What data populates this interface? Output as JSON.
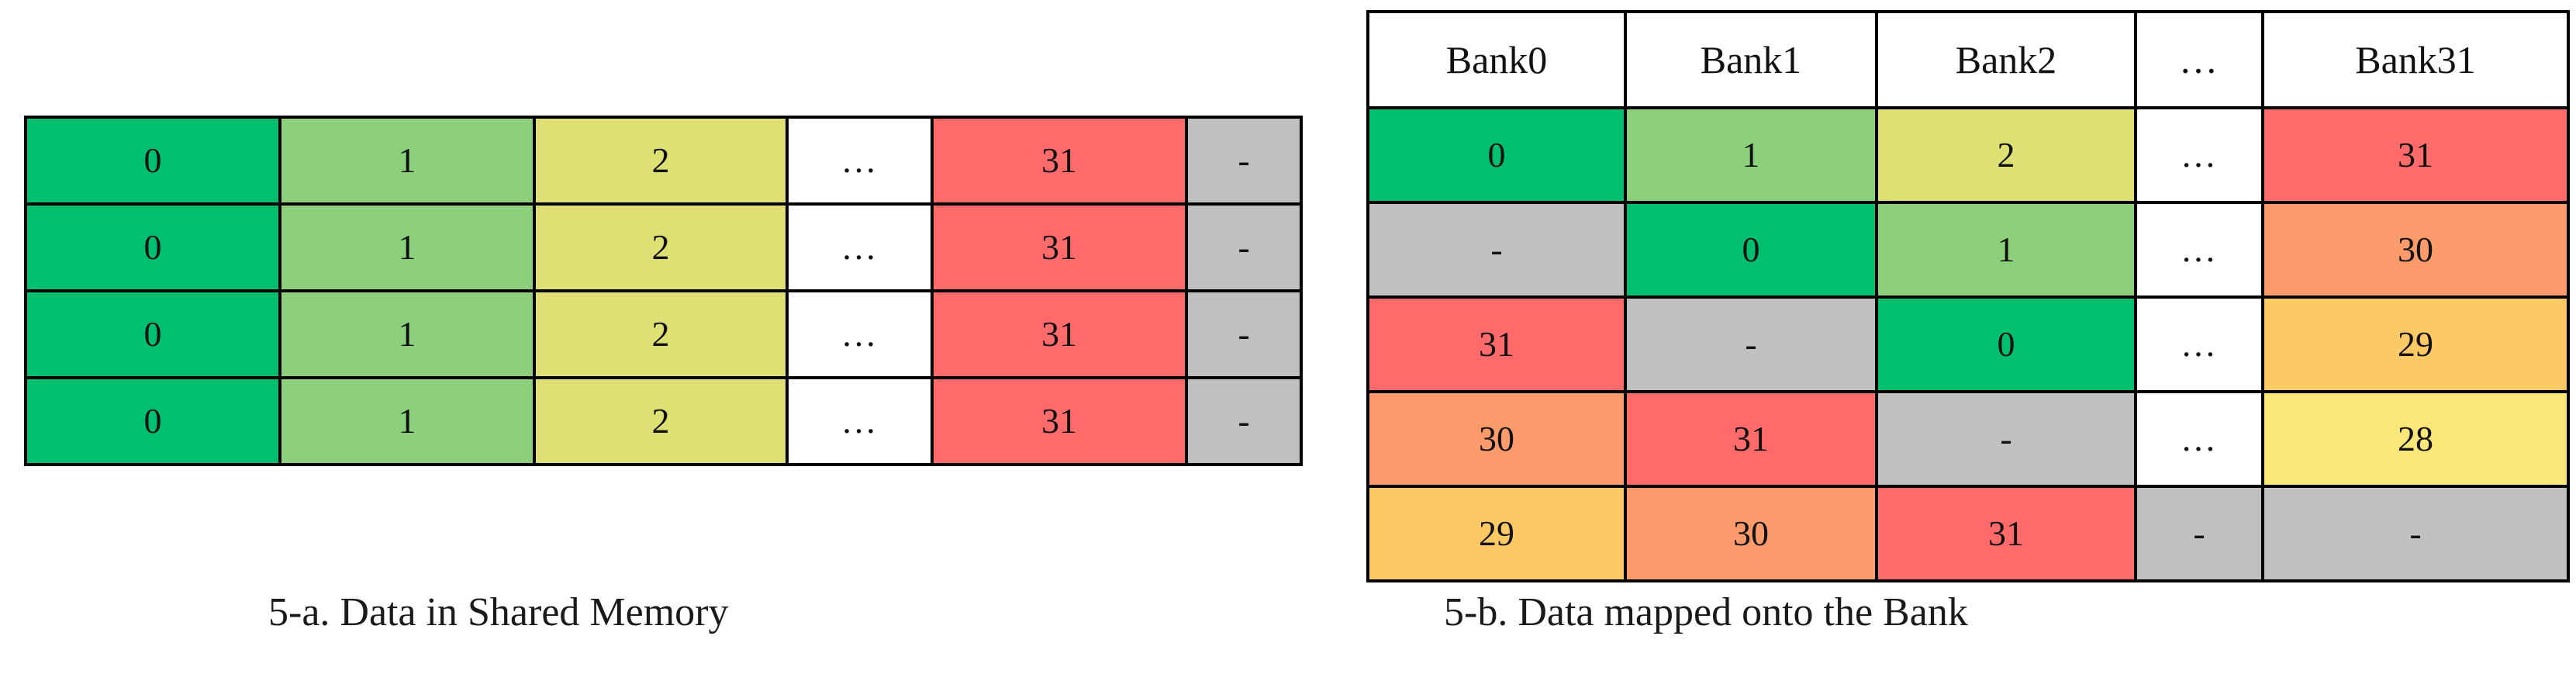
{
  "figure_a": {
    "caption": "5-a. Data in Shared Memory",
    "rows": [
      [
        {
          "text": "0",
          "fill": "green"
        },
        {
          "text": "1",
          "fill": "lgreen"
        },
        {
          "text": "2",
          "fill": "khaki"
        },
        {
          "text": "…",
          "fill": "white"
        },
        {
          "text": "31",
          "fill": "red"
        },
        {
          "text": "-",
          "fill": "gray"
        }
      ],
      [
        {
          "text": "0",
          "fill": "green"
        },
        {
          "text": "1",
          "fill": "lgreen"
        },
        {
          "text": "2",
          "fill": "khaki"
        },
        {
          "text": "…",
          "fill": "white"
        },
        {
          "text": "31",
          "fill": "red"
        },
        {
          "text": "-",
          "fill": "gray"
        }
      ],
      [
        {
          "text": "0",
          "fill": "green"
        },
        {
          "text": "1",
          "fill": "lgreen"
        },
        {
          "text": "2",
          "fill": "khaki"
        },
        {
          "text": "…",
          "fill": "white"
        },
        {
          "text": "31",
          "fill": "red"
        },
        {
          "text": "-",
          "fill": "gray"
        }
      ],
      [
        {
          "text": "0",
          "fill": "green"
        },
        {
          "text": "1",
          "fill": "lgreen"
        },
        {
          "text": "2",
          "fill": "khaki"
        },
        {
          "text": "…",
          "fill": "white"
        },
        {
          "text": "31",
          "fill": "red"
        },
        {
          "text": "-",
          "fill": "gray"
        }
      ]
    ]
  },
  "figure_b": {
    "caption": "5-b.  Data mapped onto the Bank",
    "headers": [
      "Bank0",
      "Bank1",
      "Bank2",
      "…",
      "Bank31"
    ],
    "rows": [
      [
        {
          "text": "0",
          "fill": "green"
        },
        {
          "text": "1",
          "fill": "lgreen"
        },
        {
          "text": "2",
          "fill": "khaki"
        },
        {
          "text": "…",
          "fill": "white"
        },
        {
          "text": "31",
          "fill": "red"
        }
      ],
      [
        {
          "text": "-",
          "fill": "gray"
        },
        {
          "text": "0",
          "fill": "green"
        },
        {
          "text": "1",
          "fill": "lgreen"
        },
        {
          "text": "…",
          "fill": "white"
        },
        {
          "text": "30",
          "fill": "salmon"
        }
      ],
      [
        {
          "text": "31",
          "fill": "red"
        },
        {
          "text": "-",
          "fill": "gray"
        },
        {
          "text": "0",
          "fill": "green"
        },
        {
          "text": "…",
          "fill": "white"
        },
        {
          "text": "29",
          "fill": "orange"
        }
      ],
      [
        {
          "text": "30",
          "fill": "salmon"
        },
        {
          "text": "31",
          "fill": "red"
        },
        {
          "text": "-",
          "fill": "gray"
        },
        {
          "text": "…",
          "fill": "white"
        },
        {
          "text": "28",
          "fill": "yellow"
        }
      ],
      [
        {
          "text": "29",
          "fill": "orange"
        },
        {
          "text": "30",
          "fill": "salmon"
        },
        {
          "text": "31",
          "fill": "red"
        },
        {
          "text": "-",
          "fill": "gray"
        },
        {
          "text": "-",
          "fill": "gray"
        }
      ]
    ]
  },
  "palette": {
    "green": "#00C070",
    "lgreen": "#8CD07C",
    "khaki": "#DEE073",
    "white": "#FFFFFF",
    "red": "#FF6B6B",
    "gray": "#C0C0C0",
    "salmon": "#FB9A6B",
    "orange": "#FDC964",
    "yellow": "#FBE678",
    "border": "#000000"
  }
}
